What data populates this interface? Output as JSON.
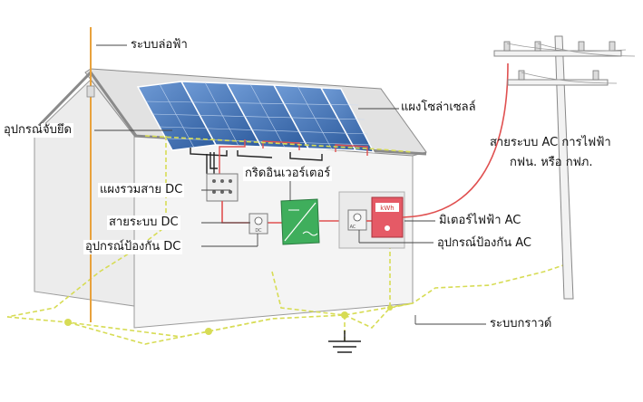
{
  "labels": {
    "lightning_rod": "ระบบล่อฟ้า",
    "solar_panel": "แผงโซล่าเซลล์",
    "clamp_device": "อุปกรณ์จับยึด",
    "ac_grid_line_1": "สายระบบ AC การไฟฟ้า",
    "ac_grid_line_2": "กฟน. หรือ กฟภ.",
    "grid_inverter": "กริดอินเวอร์เตอร์",
    "dc_combiner": "แผงรวมสาย DC",
    "dc_line": "สายระบบ DC",
    "dc_protection": "อุปกรณ์ป้องกัน DC",
    "power_meter": "มิเตอร์ไฟฟ้า AC",
    "ac_protection": "อุปกรณ์ป้องกัน AC",
    "grounding": "ระบบกราวด์"
  },
  "device_text": {
    "meter_unit": "kWh",
    "dc_breaker": "DC",
    "ac_breaker": "AC"
  },
  "colors": {
    "grounding": "#d7dc55",
    "dc_line": "#e05050",
    "ac_line": "#e05050",
    "lightning_rod": "#e8a23c",
    "inverter": "#3fae5c",
    "meter": "#e55a66",
    "panel": "#3f6fb0"
  },
  "icons": {
    "ground": "ground-symbol-icon"
  }
}
